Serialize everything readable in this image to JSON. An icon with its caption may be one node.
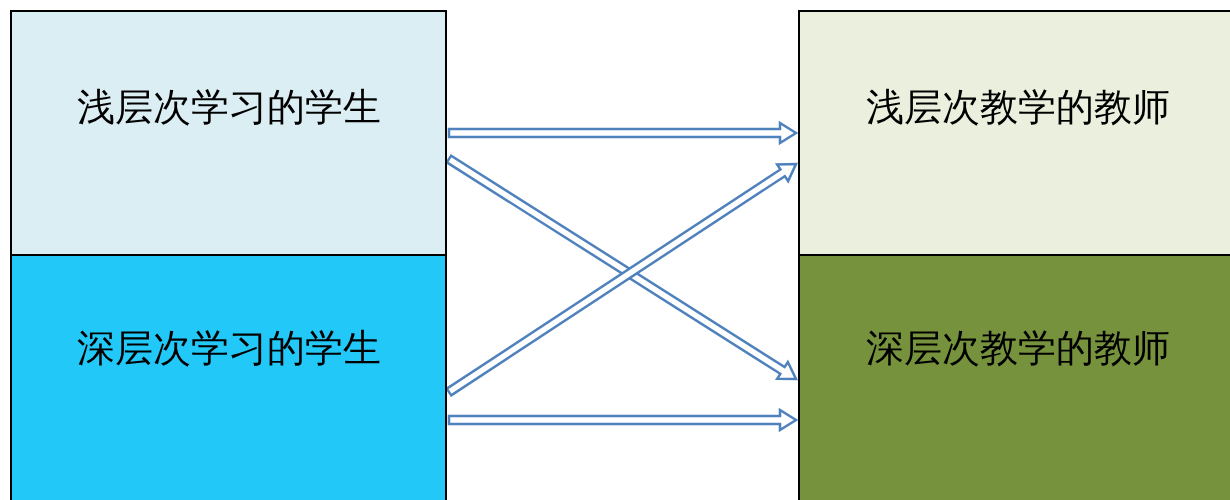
{
  "diagram": {
    "nodes": [
      {
        "text": [
          "浅层次学习的学生"
        ]
      },
      {
        "text": [
          "深层次学习的学生"
        ]
      },
      {
        "text": [
          "浅层次教学的教师"
        ]
      },
      {
        "text": [
          "深层次教学的教师"
        ]
      }
    ],
    "edges": [
      {
        "from": 0,
        "to": 2,
        "arrow": "to"
      },
      {
        "from": 0,
        "to": 3,
        "arrow": "to"
      },
      {
        "from": 1,
        "to": 2,
        "arrow": "to"
      },
      {
        "from": 1,
        "to": 3,
        "arrow": "to"
      }
    ]
  }
}
